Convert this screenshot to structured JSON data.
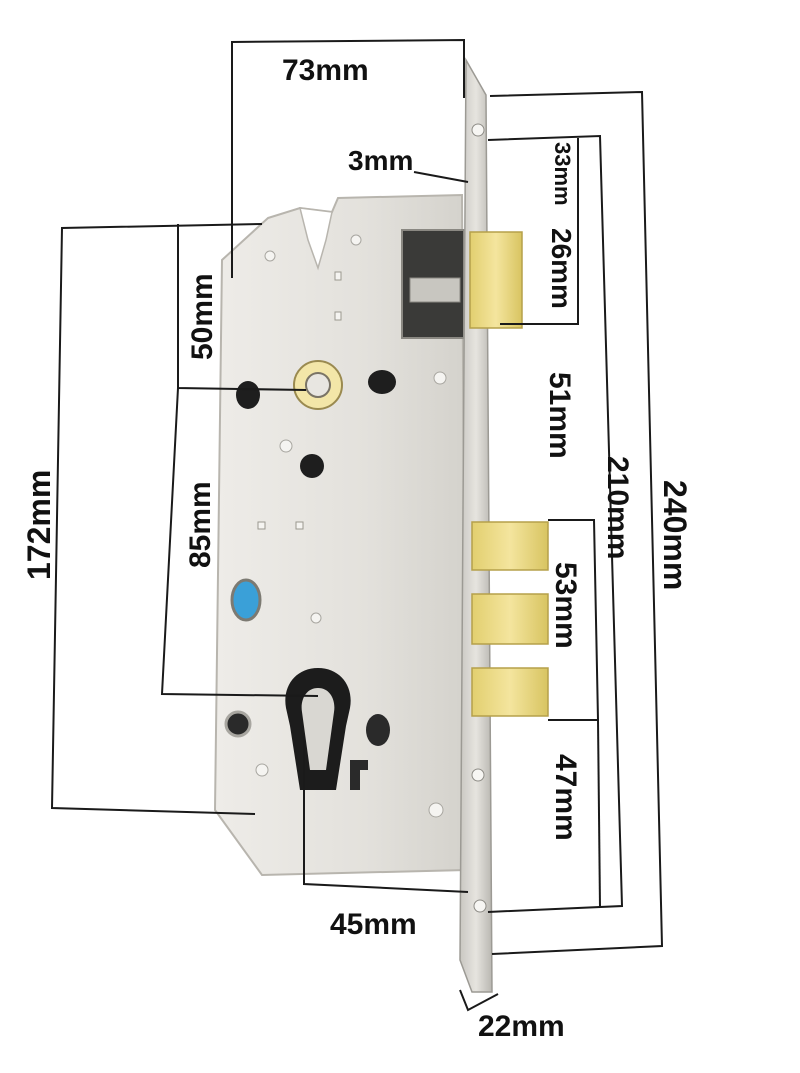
{
  "dimensions": {
    "width_73": "73mm",
    "depth_3": "3mm",
    "d_33": "33mm",
    "d_26": "26mm",
    "backset_50": "50mm",
    "d_51": "51mm",
    "d_210": "210mm",
    "d_240": "240mm",
    "d_172": "172mm",
    "d_85": "85mm",
    "d_53": "53mm",
    "d_47": "47mm",
    "d_45": "45mm",
    "d_22": "22mm"
  },
  "colors": {
    "background": "#ffffff",
    "case_steel": "#e2e0dc",
    "faceplate_steel": "#d9d7d2",
    "brass": "#e9d77f",
    "dimension_line": "#1a1a1a",
    "indicator_blue": "#3aa0d8"
  }
}
